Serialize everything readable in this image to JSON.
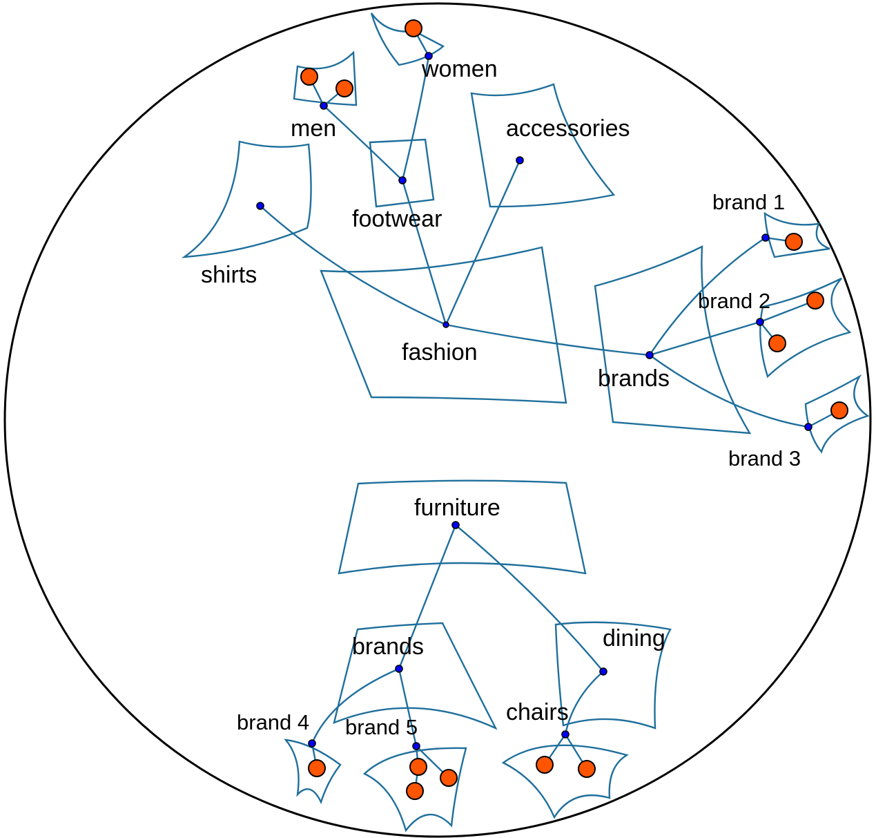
{
  "diagram": {
    "title": "",
    "colors": {
      "boundary": "#000000",
      "region": "#1f6f9c",
      "edge": "#1f6f9c",
      "node": "#0000ff",
      "leaf": "#ff5500"
    },
    "nodes": [
      {
        "id": "fashion",
        "label": "fashion"
      },
      {
        "id": "shirts",
        "label": "shirts"
      },
      {
        "id": "footwear",
        "label": "footwear"
      },
      {
        "id": "accessories",
        "label": "accessories"
      },
      {
        "id": "men",
        "label": "men"
      },
      {
        "id": "women",
        "label": "women"
      },
      {
        "id": "brands_f",
        "label": "brands"
      },
      {
        "id": "brand1",
        "label": "brand 1"
      },
      {
        "id": "brand2",
        "label": "brand 2"
      },
      {
        "id": "brand3",
        "label": "brand 3"
      },
      {
        "id": "furniture",
        "label": "furniture"
      },
      {
        "id": "brands_u",
        "label": "brands"
      },
      {
        "id": "brand4",
        "label": "brand 4"
      },
      {
        "id": "brand5",
        "label": "brand 5"
      },
      {
        "id": "dining",
        "label": "dining"
      },
      {
        "id": "chairs",
        "label": "chairs"
      }
    ],
    "edges": [
      {
        "from": "fashion",
        "to": "shirts"
      },
      {
        "from": "fashion",
        "to": "footwear"
      },
      {
        "from": "fashion",
        "to": "accessories"
      },
      {
        "from": "fashion",
        "to": "brands_f"
      },
      {
        "from": "footwear",
        "to": "men"
      },
      {
        "from": "footwear",
        "to": "women"
      },
      {
        "from": "brands_f",
        "to": "brand1"
      },
      {
        "from": "brands_f",
        "to": "brand2"
      },
      {
        "from": "brands_f",
        "to": "brand3"
      },
      {
        "from": "furniture",
        "to": "brands_u"
      },
      {
        "from": "furniture",
        "to": "dining"
      },
      {
        "from": "brands_u",
        "to": "brand4"
      },
      {
        "from": "brands_u",
        "to": "brand5"
      },
      {
        "from": "dining",
        "to": "chairs"
      }
    ],
    "leaf_counts": {
      "men": 2,
      "women": 1,
      "brand1": 1,
      "brand2": 2,
      "brand3": 1,
      "brand4": 1,
      "brand5": 3,
      "chairs": 2
    }
  }
}
